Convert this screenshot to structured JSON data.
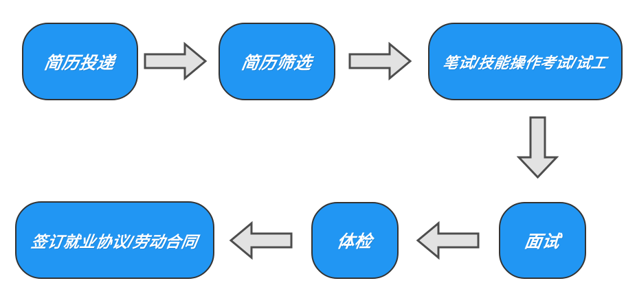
{
  "diagram_type": "flowchart",
  "colors": {
    "node_fill": "#2196F3",
    "node_border": "#333333",
    "node_text": "#FFFFFF",
    "arrow_fill": "#E2E2E2",
    "arrow_border": "#4D4D4D",
    "background": "#FFFFFF"
  },
  "nodes": [
    {
      "id": "resume-submission",
      "label": "简历投递"
    },
    {
      "id": "resume-screening",
      "label": "简历筛选"
    },
    {
      "id": "written-skill-test",
      "label": "笔试/技能操作考试/试工"
    },
    {
      "id": "interview",
      "label": "面试"
    },
    {
      "id": "physical-exam",
      "label": "体检"
    },
    {
      "id": "sign-agreement",
      "label": "签订就业协议/劳动合同"
    }
  ],
  "connections": [
    {
      "from": "resume-submission",
      "to": "resume-screening",
      "direction": "right"
    },
    {
      "from": "resume-screening",
      "to": "written-skill-test",
      "direction": "right"
    },
    {
      "from": "written-skill-test",
      "to": "interview",
      "direction": "down"
    },
    {
      "from": "interview",
      "to": "physical-exam",
      "direction": "left"
    },
    {
      "from": "physical-exam",
      "to": "sign-agreement",
      "direction": "left"
    }
  ]
}
